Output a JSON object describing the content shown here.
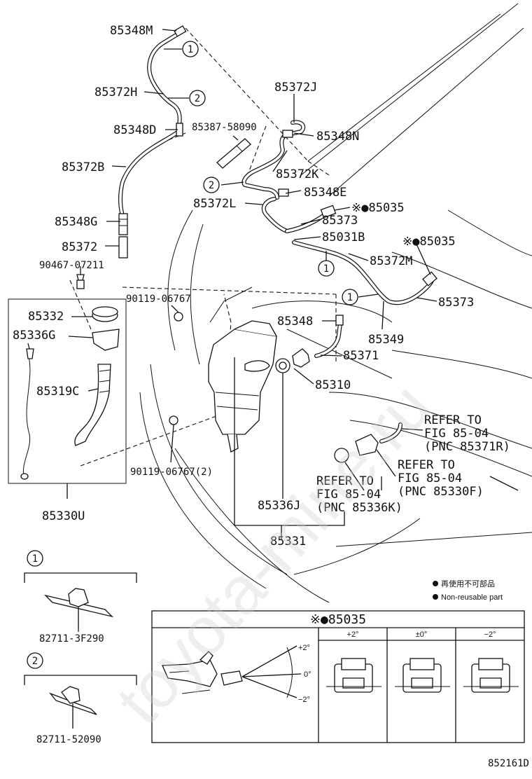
{
  "labels": {
    "p85348M": "85348M",
    "p85372H": "85372H",
    "p85348D": "85348D",
    "p85387": "85387-58090",
    "p85372J": "85372J",
    "p85348N": "85348N",
    "p85372B": "85372B",
    "p85372K": "85372K",
    "p85348E": "85348E",
    "p85372L": "85372L",
    "p85035a": "※●85035",
    "p85348G": "85348G",
    "p85373a": "85373",
    "p85031B": "85031B",
    "p85035b": "※●85035",
    "p85372": "85372",
    "p85372M": "85372M",
    "p90467": "90467-07211",
    "p85373b": "85373",
    "p90119a": "90119-06767",
    "p85332": "85332",
    "p85348": "85348",
    "p85336G": "85336G",
    "p85349": "85349",
    "p85371": "85371",
    "p85319C": "85319C",
    "p85310": "85310",
    "p85330U": "85330U",
    "p90119b": "90119-06767(2)",
    "p85336J": "85336J",
    "p85331": "85331",
    "p82711a": "82711-3F290",
    "p82711b": "82711-52090"
  },
  "callouts": {
    "c1": "1",
    "c2": "2"
  },
  "refer": {
    "r1": [
      "REFER TO",
      "FIG 85-04",
      "(PNC 85371R)"
    ],
    "r2": [
      "REFER TO",
      "FIG 85-04",
      "(PNC 85330F)"
    ],
    "r3": [
      "REFER TO",
      "FIG 85-04",
      "(PNC 85336K)"
    ]
  },
  "legend": {
    "jp": "再使用不可部品",
    "en": "Non-reusable part"
  },
  "adjust_table": {
    "title": "※●85035",
    "columns": [
      "+2°",
      "±0°",
      "−2°"
    ],
    "angles": [
      "+2°",
      "0°",
      "−2°"
    ]
  },
  "figure_code": "852161D",
  "watermark": "toyota-mine.ru"
}
